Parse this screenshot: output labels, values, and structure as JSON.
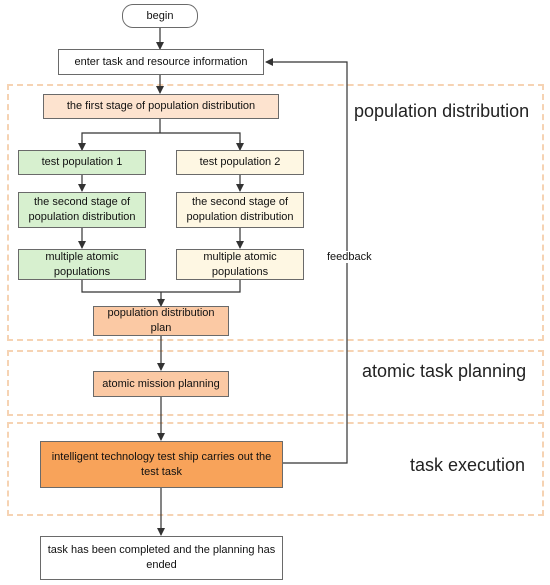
{
  "regions": {
    "population_distribution": "population distribution",
    "atomic_task_planning": "atomic task planning",
    "task_execution": "task execution"
  },
  "nodes": {
    "begin": "begin",
    "enter_info": "enter task and resource information",
    "first_stage": "the first stage of population distribution",
    "test_pop_1": "test population 1",
    "test_pop_2": "test population 2",
    "second_stage_1": "the second stage of population distribution",
    "second_stage_2": "the second stage of population distribution",
    "atomic_pops_1": "multiple atomic populations",
    "atomic_pops_2": "multiple atomic populations",
    "plan": "population distribution plan",
    "mission_planning": "atomic mission planning",
    "test_ship": "intelligent technology test ship carries out the test task",
    "completed": "task has been completed and the planning has ended"
  },
  "edges": {
    "feedback": "feedback"
  },
  "colors": {
    "region_border": "#f6d3b3",
    "peach": "#fde3cf",
    "green": "#d7f0cf",
    "cream": "#fef7e3",
    "orange_light": "#fbc9a4",
    "orange": "#f8a35a"
  }
}
